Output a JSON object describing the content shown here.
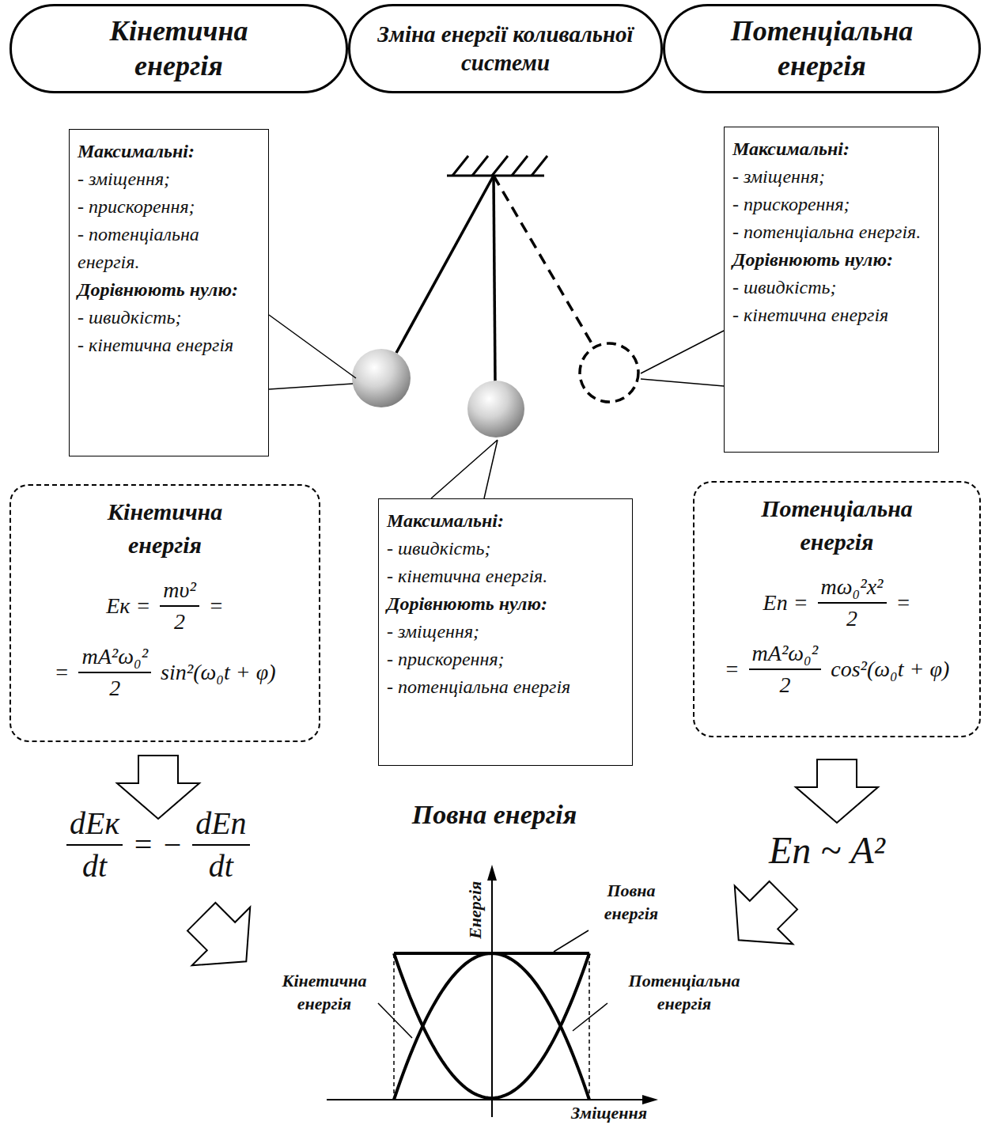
{
  "diagram": {
    "nodes": [
      {
        "text": [
          "Кінетична енергія"
        ]
      },
      {
        "text": [
          "Зміна енергії коливальної системи"
        ]
      },
      {
        "text": [
          "Потенціальна енергія"
        ]
      },
      {
        "text": [
          "Максимальні:",
          "- зміщення;",
          "- прискорення;",
          "- потенціальна енергія.",
          "Дорівнюють нулю:",
          "- швидкість;",
          "- кінетична енергія"
        ]
      },
      {
        "text": [
          "Максимальні:",
          "- зміщення;",
          "- прискорення;",
          "- потенціальна енергія.",
          "Дорівнюють нулю:",
          "- швидкість;",
          "- кінетична енергія"
        ]
      },
      {
        "text": [
          "Кінетична енергія",
          "Eк =",
          "mυ²",
          "2",
          "=",
          "=",
          "mA²ω₀²",
          "2",
          "sin²(ω₀t + φ)"
        ]
      },
      {
        "text": [
          "Максимальні:",
          "- швидкість;",
          "- кінетична енергія.",
          "Дорівнюють нулю:",
          "- зміщення;",
          "- прискорення;",
          "- потенціальна енергія"
        ]
      },
      {
        "text": [
          "Потенціальна енергія",
          "Eп =",
          "mω₀²x²",
          "2",
          "=",
          "=",
          "mA²ω₀²",
          "2",
          "cos²(ω₀t + φ)"
        ]
      }
    ],
    "labels": [
      "dEк",
      "dt",
      "= −",
      "dEп",
      "dt",
      "Повна енергія",
      "Eп ~ A²",
      "Енергія",
      "Повна енергія",
      "Кінетична енергія",
      "Потенціальна енергія",
      "Зміщення"
    ]
  }
}
